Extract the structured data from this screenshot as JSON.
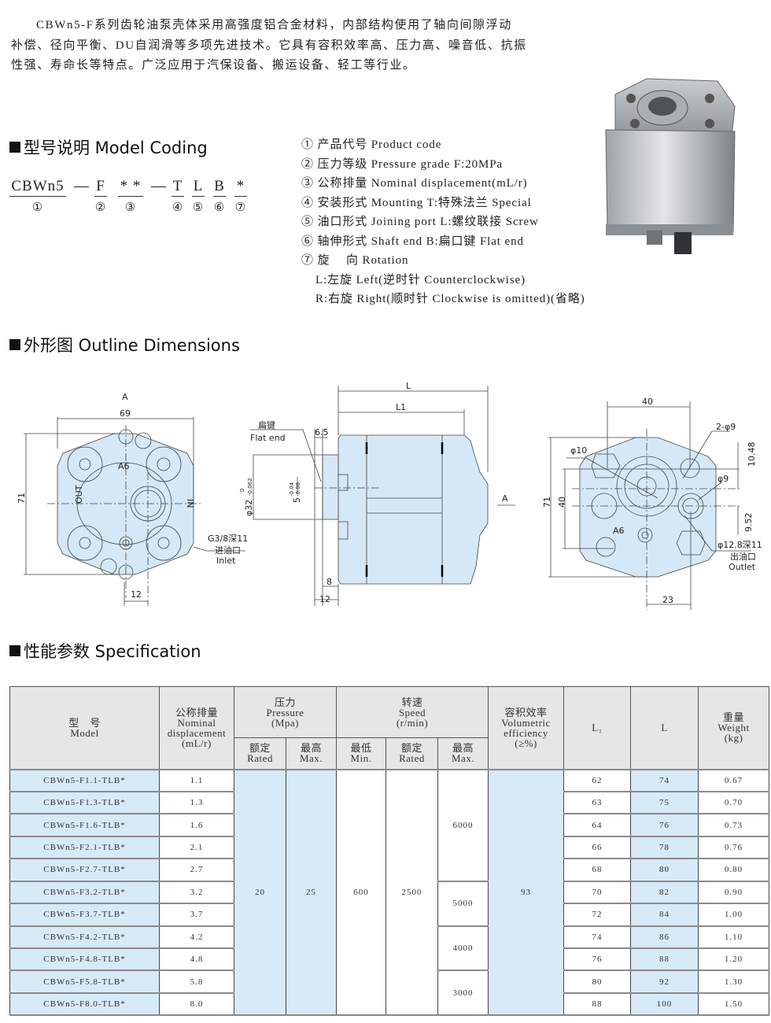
{
  "intro": {
    "lines": [
      "CBWn5-F系列齿轮油泵壳体采用高强度铝合金材料，内部结构使用了轴向间隙浮动",
      "补偿、径向平衡、DU自润滑等多项先进技术。它具有容积效率高、压力高、噪音低、抗振",
      "性强、寿命长等特点。广泛应用于汽保设备、搬运设备、轻工等行业。"
    ]
  },
  "model_coding": {
    "title": "型号说明 Model Coding",
    "code_segments": [
      {
        "text": "CBWn5",
        "num": "①"
      },
      {
        "text": "—",
        "num": ""
      },
      {
        "text": "F",
        "num": "②"
      },
      {
        "text": "* *",
        "num": "③"
      },
      {
        "text": "—",
        "num": ""
      },
      {
        "text": "T",
        "num": "④"
      },
      {
        "text": "L",
        "num": "⑤"
      },
      {
        "text": "B",
        "num": "⑥"
      },
      {
        "text": "*",
        "num": "⑦"
      }
    ],
    "legend": [
      "① 产品代号 Product code",
      "② 压力等级 Pressure grade F:20MPa",
      "③ 公称排量 Nominal displacement(mL/r)",
      "④ 安装形式 Mounting  T:特殊法兰 Special",
      "⑤ 油口形式 Joining port L:螺纹联接 Screw",
      "⑥ 轴伸形式 Shaft end B:扁口键 Flat end",
      "⑦ 旋　 向 Rotation",
      "L:左旋 Left(逆时针 Counterclockwise)",
      "R:右旋 Right(顺时针 Clockwise is omitted)(省略)"
    ]
  },
  "outline": {
    "title": "外形图 Outline Dimensions",
    "front": {
      "view": "A",
      "width": "69",
      "height": "71",
      "offset": "12",
      "a6": "A6",
      "out": "OUT",
      "in": "IN",
      "port": "G3/8深11",
      "port_cn": "进油口",
      "port_en": "Inlet"
    },
    "side": {
      "L": "L",
      "L1": "L1",
      "key_cn": "扁键",
      "key_en": "Flat end",
      "d65": "6.5",
      "dia": "φ32",
      "dia_tol_up": "0",
      "dia_tol_lo": "-0.062",
      "key": "5",
      "key_tol_up": "-0.04",
      "key_tol_lo": "-0.08",
      "d8": "8",
      "d12": "12",
      "arrow": "A"
    },
    "rear": {
      "w40": "40",
      "h71": "71",
      "h40": "40",
      "d23": "23",
      "holes": "2-φ9",
      "phi10": "φ10",
      "phi9": "φ9",
      "d1048": "10.48",
      "d952": "9.52",
      "a6": "A6",
      "port": "φ12.8深11",
      "port_cn": "出油口",
      "port_en": "Outlet"
    }
  },
  "spec": {
    "title": "性能参数 Specification",
    "headers": {
      "model_cn": "型　号",
      "model_en": "Model",
      "disp_cn": "公称排量",
      "disp_en": "Nominal",
      "disp_en2": "displacement",
      "disp_unit": "(mL/r)",
      "pressure_cn": "压力",
      "pressure_en": "Pressure",
      "pressure_unit": "(Mpa)",
      "speed_cn": "转速",
      "speed_en": "Speed",
      "speed_unit": "(r/min)",
      "eff_cn": "容积效率",
      "eff_en": "Volumetric",
      "eff_en2": "efficiency",
      "eff_unit": "(≥%)",
      "L1": "L₁",
      "L": "L",
      "weight_cn": "重量",
      "weight_en": "Weight",
      "weight_unit": "(kg)",
      "rated_cn": "额定",
      "rated_en": "Rated",
      "max_cn": "最高",
      "max_en": "Max.",
      "min_cn": "最低",
      "min_en": "Min."
    },
    "pressure_rated": "20",
    "pressure_max": "25",
    "speed_min": "600",
    "speed_rated": "2500",
    "efficiency": "93",
    "speed_max_groups": [
      {
        "value": "6000",
        "rows": 5
      },
      {
        "value": "5000",
        "rows": 2
      },
      {
        "value": "4000",
        "rows": 2
      },
      {
        "value": "3000",
        "rows": 2
      }
    ],
    "rows": [
      {
        "model": "CBWn5-F1.1-TLB*",
        "disp": "1.1",
        "L1": "62",
        "L": "74",
        "weight": "0.67"
      },
      {
        "model": "CBWn5-F1.3-TLB*",
        "disp": "1.3",
        "L1": "63",
        "L": "75",
        "weight": "0.70"
      },
      {
        "model": "CBWn5-F1.6-TLB*",
        "disp": "1.6",
        "L1": "64",
        "L": "76",
        "weight": "0.73"
      },
      {
        "model": "CBWn5-F2.1-TLB*",
        "disp": "2.1",
        "L1": "66",
        "L": "78",
        "weight": "0.76"
      },
      {
        "model": "CBWn5-F2.7-TLB*",
        "disp": "2.7",
        "L1": "68",
        "L": "80",
        "weight": "0.80"
      },
      {
        "model": "CBWn5-F3.2-TLB*",
        "disp": "3.2",
        "L1": "70",
        "L": "82",
        "weight": "0.90"
      },
      {
        "model": "CBWn5-F3.7-TLB*",
        "disp": "3.7",
        "L1": "72",
        "L": "84",
        "weight": "1.00"
      },
      {
        "model": "CBWn5-F4.2-TLB*",
        "disp": "4.2",
        "L1": "74",
        "L": "86",
        "weight": "1.10"
      },
      {
        "model": "CBWn5-F4.8-TLB*",
        "disp": "4.8",
        "L1": "76",
        "L": "88",
        "weight": "1.20"
      },
      {
        "model": "CBWn5-F5.8-TLB*",
        "disp": "5.8",
        "L1": "80",
        "L": "92",
        "weight": "1.30"
      },
      {
        "model": "CBWn5-F8.0-TLB*",
        "disp": "8.0",
        "L1": "88",
        "L": "100",
        "weight": "1.50"
      }
    ]
  },
  "colors": {
    "drawing_fill": "#d5e8f7",
    "table_blue": "#d7eaf8",
    "header_gray": "#e6e6e6"
  }
}
